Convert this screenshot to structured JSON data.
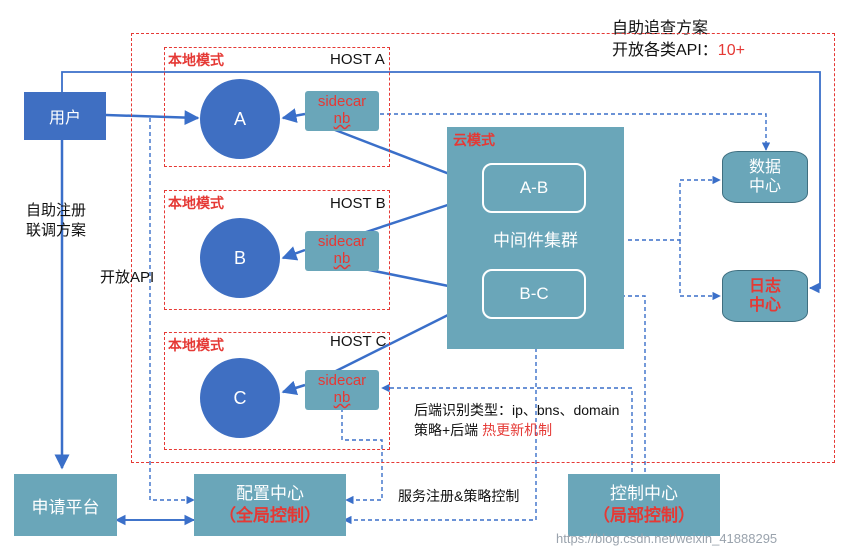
{
  "header": {
    "line1": "自助追查方案",
    "line2_prefix": "开放各类API：",
    "line2_count": "10+"
  },
  "user_box": {
    "label": "用户"
  },
  "left_labels": {
    "self_reg_line1": "自助注册",
    "self_reg_line2": "联调方案",
    "open_api": "开放API"
  },
  "hosts": [
    {
      "mode": "本地模式",
      "host": "HOST A",
      "node": "A",
      "sidecar": "sidecar",
      "sidecar_sub": "nb"
    },
    {
      "mode": "本地模式",
      "host": "HOST B",
      "node": "B",
      "sidecar": "sidecar",
      "sidecar_sub": "nb"
    },
    {
      "mode": "本地模式",
      "host": "HOST C",
      "node": "C",
      "sidecar": "sidecar",
      "sidecar_sub": "nb"
    }
  ],
  "cloud": {
    "mode": "云模式",
    "ab": "A-B",
    "cluster": "中间件集群",
    "bc": "B-C"
  },
  "data_center": {
    "line1": "数据",
    "line2": "中心"
  },
  "log_center": {
    "line1": "日志",
    "line2": "中心"
  },
  "backend_note": {
    "line1": "后端识别类型：ip、bns、domain",
    "line2_prefix": "策略+后端 ",
    "line2_highlight": "热更新机制"
  },
  "service_note": "服务注册&策略控制",
  "apply_platform": {
    "label": "申请平台"
  },
  "config_center": {
    "line1": "配置中心",
    "line2": "（全局控制）"
  },
  "control_center": {
    "line1": "控制中心",
    "line2": "（局部控制）"
  },
  "watermark": "https://blog.csdn.net/weixin_41888295",
  "colors": {
    "accent_red": "#e53935",
    "node_blue": "#3f6fc2",
    "teal": "#6aa6b9",
    "arrow_blue": "#3a6fc9"
  }
}
